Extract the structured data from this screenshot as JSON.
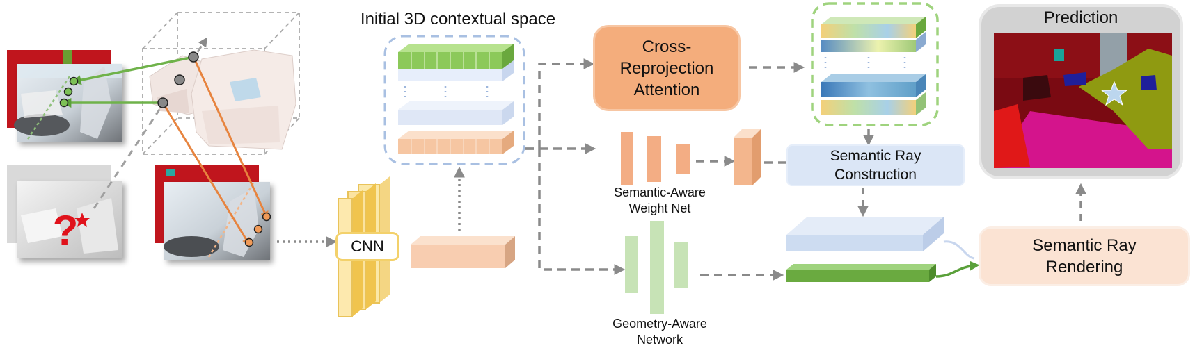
{
  "title": "Initial 3D contextual space",
  "blocks": {
    "cross_attention": "Cross-\nReprojection\nAttention",
    "cnn": "CNN",
    "semantic_weight_net": "Semantic-Aware\nWeight Net",
    "geometry_net": "Geometry-Aware\nNetwork",
    "ray_construction": "Semantic Ray\nConstruction",
    "ray_rendering": "Semantic Ray\nRendering",
    "prediction": "Prediction"
  },
  "annotations": {
    "query_mark": "?"
  },
  "colors": {
    "green": "#7cbf5a",
    "orange": "#f2a878",
    "peach": "#f8cdb0",
    "light_blue": "#dbe6f6",
    "yellow": "#f7dd86",
    "arrow_gray": "#8a8a8a",
    "magenta": "#d4148c",
    "olive": "#8f9a11"
  }
}
